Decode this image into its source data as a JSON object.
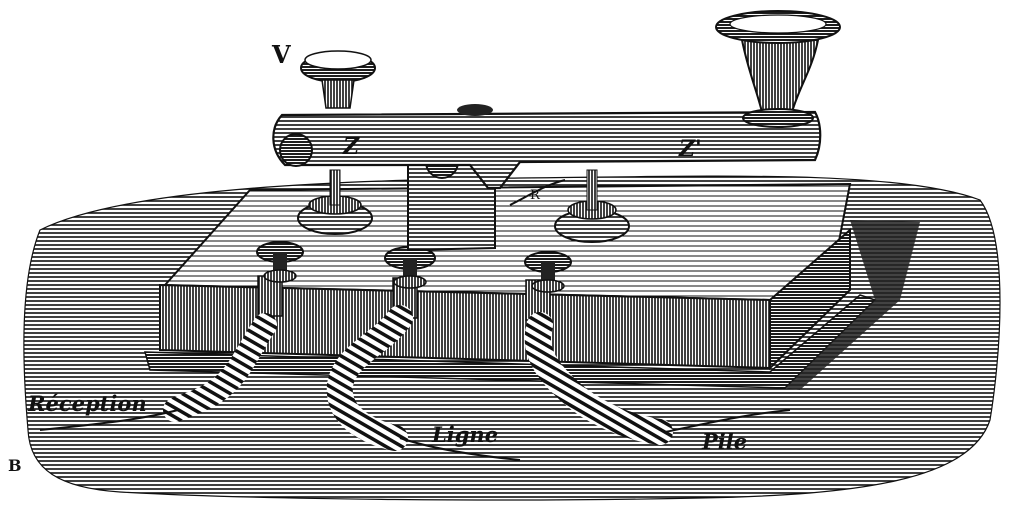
{
  "engraving": {
    "labels": {
      "v": "V",
      "lever_z1": "Z",
      "lever_z2": "Z'",
      "spring_r": "R",
      "reception": "Réception",
      "ligne": "Ligne",
      "pile": "Pile",
      "monogram": "B"
    },
    "colors": {
      "ink": "#111111",
      "paper": "#ffffff",
      "mid": "#6a6a6a"
    }
  }
}
